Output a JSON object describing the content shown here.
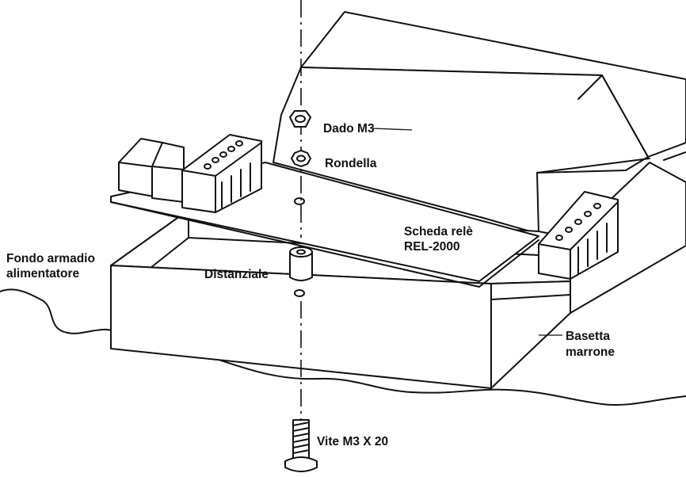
{
  "labels": {
    "dado": "Dado M3",
    "rondella": "Rondella",
    "scheda_line1": "Scheda relè",
    "scheda_line2": "REL-2000",
    "fondo_line1": "Fondo armadio",
    "fondo_line2": "alimentatore",
    "distanziale": "Distanziale",
    "basetta_line1": "Basetta",
    "basetta_line2": "marrone",
    "vite": "Vite M3 X 20"
  }
}
